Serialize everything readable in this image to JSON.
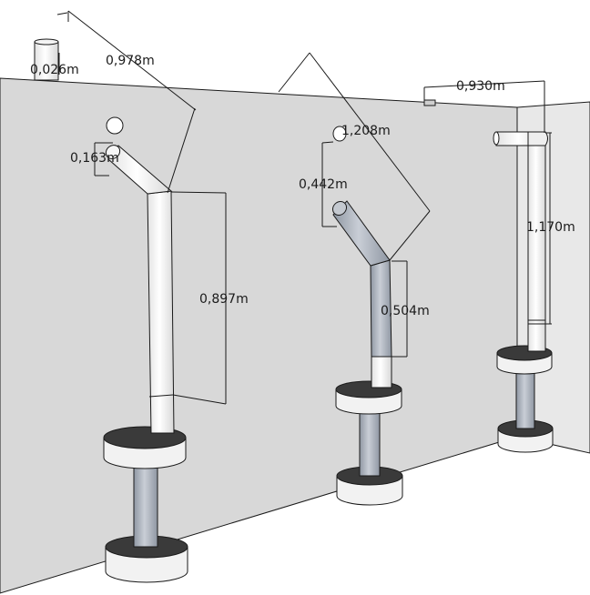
{
  "dimensions": [
    {
      "id": "d1",
      "label": "0,026m"
    },
    {
      "id": "d2",
      "label": "0,978m"
    },
    {
      "id": "d3",
      "label": "0,163m"
    },
    {
      "id": "d4",
      "label": "0,897m"
    },
    {
      "id": "d5",
      "label": "0,442m"
    },
    {
      "id": "d6",
      "label": "1,208m"
    },
    {
      "id": "d7",
      "label": "0,504m"
    },
    {
      "id": "d8",
      "label": "0,930m"
    },
    {
      "id": "d9",
      "label": "1,170m"
    }
  ],
  "colors": {
    "wall": "#d9d9d9",
    "wall_side": "#e6e6e6",
    "pipe_white": "#f4f4f4",
    "pipe_grey": "#b6bcc6",
    "disc_top": "#3a3a3a",
    "line": "#1a1a1a"
  }
}
